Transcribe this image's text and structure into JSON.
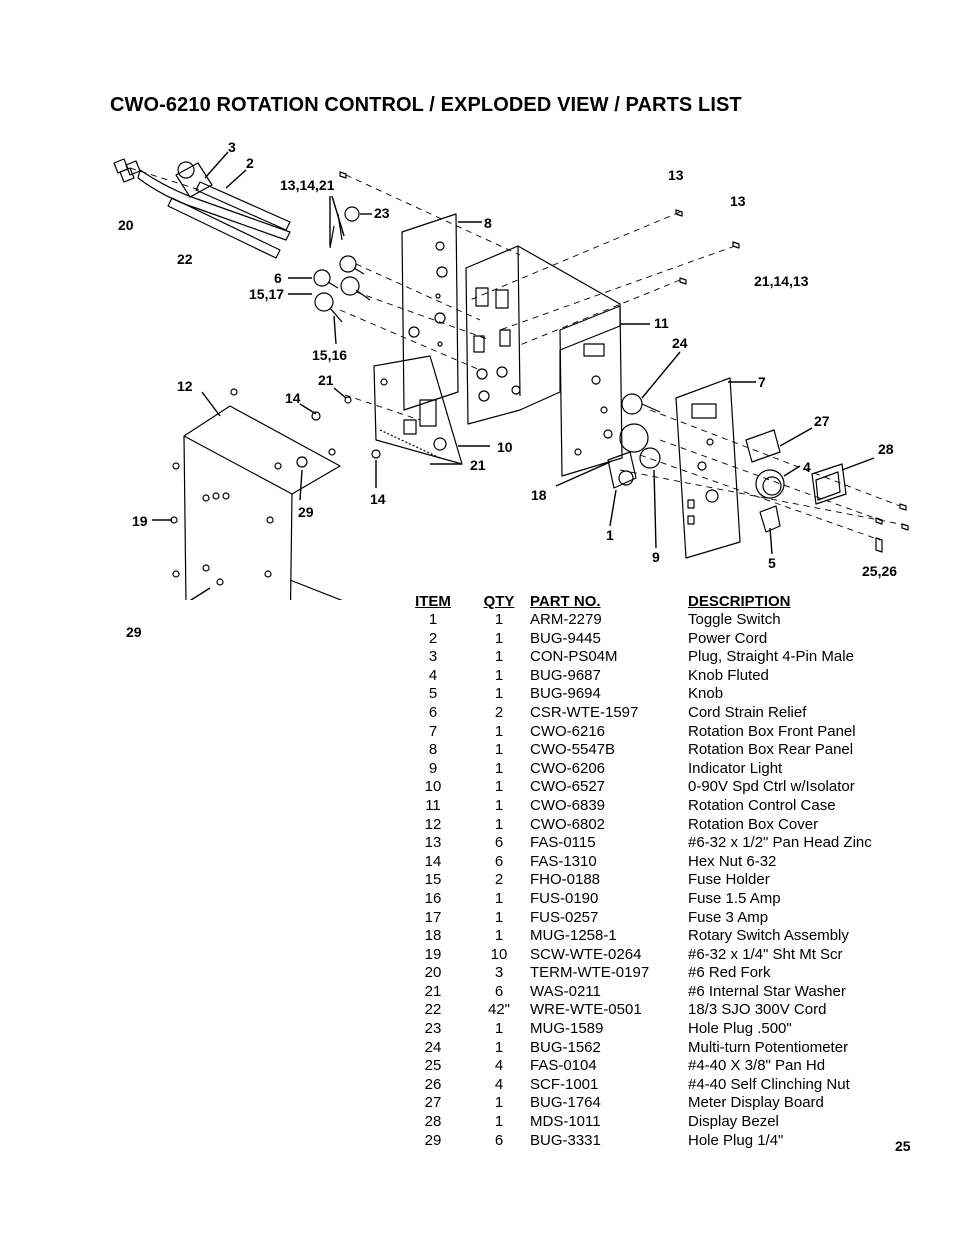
{
  "title": "CWO-6210 ROTATION CONTROL / EXPLODED VIEW / PARTS LIST",
  "callouts": {
    "c3": "3",
    "c2": "2",
    "c20": "20",
    "c22": "22",
    "c13_14_21": "13,14,21",
    "c23": "23",
    "c8": "8",
    "c13a": "13",
    "c13b": "13",
    "c21_14_13": "21,14,13",
    "c6": "6",
    "c15_17": "15,17",
    "c15_16": "15,16",
    "c11": "11",
    "c24": "24",
    "c7": "7",
    "c12": "12",
    "c21": "21",
    "c14a": "14",
    "c10": "10",
    "c21b": "21",
    "c14b": "14",
    "c27": "27",
    "c28": "28",
    "c4": "4",
    "c19": "19",
    "c29a": "29",
    "c18": "18",
    "c1": "1",
    "c9": "9",
    "c5": "5",
    "c25_26": "25,26",
    "c29b": "29"
  },
  "parts_table": {
    "headers": {
      "item": "ITEM",
      "qty": "QTY",
      "part": "PART NO.",
      "desc": "DESCRIPTION"
    },
    "rows": [
      {
        "item": "1",
        "qty": "1",
        "part": "ARM-2279",
        "desc": "Toggle Switch"
      },
      {
        "item": "2",
        "qty": "1",
        "part": "BUG-9445",
        "desc": "Power Cord"
      },
      {
        "item": "3",
        "qty": "1",
        "part": "CON-PS04M",
        "desc": "Plug, Straight 4-Pin Male"
      },
      {
        "item": "4",
        "qty": "1",
        "part": "BUG-9687",
        "desc": "Knob Fluted"
      },
      {
        "item": "5",
        "qty": "1",
        "part": "BUG-9694",
        "desc": "Knob"
      },
      {
        "item": "6",
        "qty": "2",
        "part": "CSR-WTE-1597",
        "desc": "Cord Strain Relief"
      },
      {
        "item": "7",
        "qty": "1",
        "part": "CWO-6216",
        "desc": "Rotation Box Front Panel"
      },
      {
        "item": "8",
        "qty": "1",
        "part": "CWO-5547B",
        "desc": "Rotation Box Rear Panel"
      },
      {
        "item": "9",
        "qty": "1",
        "part": "CWO-6206",
        "desc": "Indicator Light"
      },
      {
        "item": "10",
        "qty": "1",
        "part": "CWO-6527",
        "desc": "0-90V Spd Ctrl w/Isolator"
      },
      {
        "item": "11",
        "qty": "1",
        "part": "CWO-6839",
        "desc": "Rotation Control Case"
      },
      {
        "item": "12",
        "qty": "1",
        "part": "CWO-6802",
        "desc": "Rotation Box Cover"
      },
      {
        "item": "13",
        "qty": "6",
        "part": "FAS-0115",
        "desc": "#6-32 x 1/2\" Pan Head Zinc"
      },
      {
        "item": "14",
        "qty": "6",
        "part": "FAS-1310",
        "desc": "Hex Nut 6-32"
      },
      {
        "item": "15",
        "qty": "2",
        "part": "FHO-0188",
        "desc": "Fuse Holder"
      },
      {
        "item": "16",
        "qty": "1",
        "part": "FUS-0190",
        "desc": "Fuse 1.5 Amp"
      },
      {
        "item": "17",
        "qty": "1",
        "part": "FUS-0257",
        "desc": "Fuse 3 Amp"
      },
      {
        "item": "18",
        "qty": "1",
        "part": "MUG-1258-1",
        "desc": "Rotary Switch Assembly"
      },
      {
        "item": "19",
        "qty": "10",
        "part": "SCW-WTE-0264",
        "desc": "#6-32 x 1/4\" Sht Mt Scr"
      },
      {
        "item": "20",
        "qty": "3",
        "part": "TERM-WTE-0197",
        "desc": "#6 Red Fork"
      },
      {
        "item": "21",
        "qty": "6",
        "part": "WAS-0211",
        "desc": "#6 Internal Star Washer"
      },
      {
        "item": "22",
        "qty": "42\"",
        "part": "WRE-WTE-0501",
        "desc": "18/3 SJO 300V Cord"
      },
      {
        "item": "23",
        "qty": "1",
        "part": "MUG-1589",
        "desc": "Hole Plug .500\""
      },
      {
        "item": "24",
        "qty": "1",
        "part": "BUG-1562",
        "desc": "Multi-turn Potentiometer"
      },
      {
        "item": "25",
        "qty": "4",
        "part": "FAS-0104",
        "desc": "#4-40 X 3/8\" Pan Hd"
      },
      {
        "item": "26",
        "qty": "4",
        "part": "SCF-1001",
        "desc": "#4-40 Self Clinching Nut"
      },
      {
        "item": "27",
        "qty": "1",
        "part": "BUG-1764",
        "desc": "Meter Display Board"
      },
      {
        "item": "28",
        "qty": "1",
        "part": "MDS-1011",
        "desc": "Display Bezel"
      },
      {
        "item": "29",
        "qty": "6",
        "part": "BUG-3331",
        "desc": "Hole Plug 1/4\""
      }
    ]
  },
  "page_number": "25"
}
